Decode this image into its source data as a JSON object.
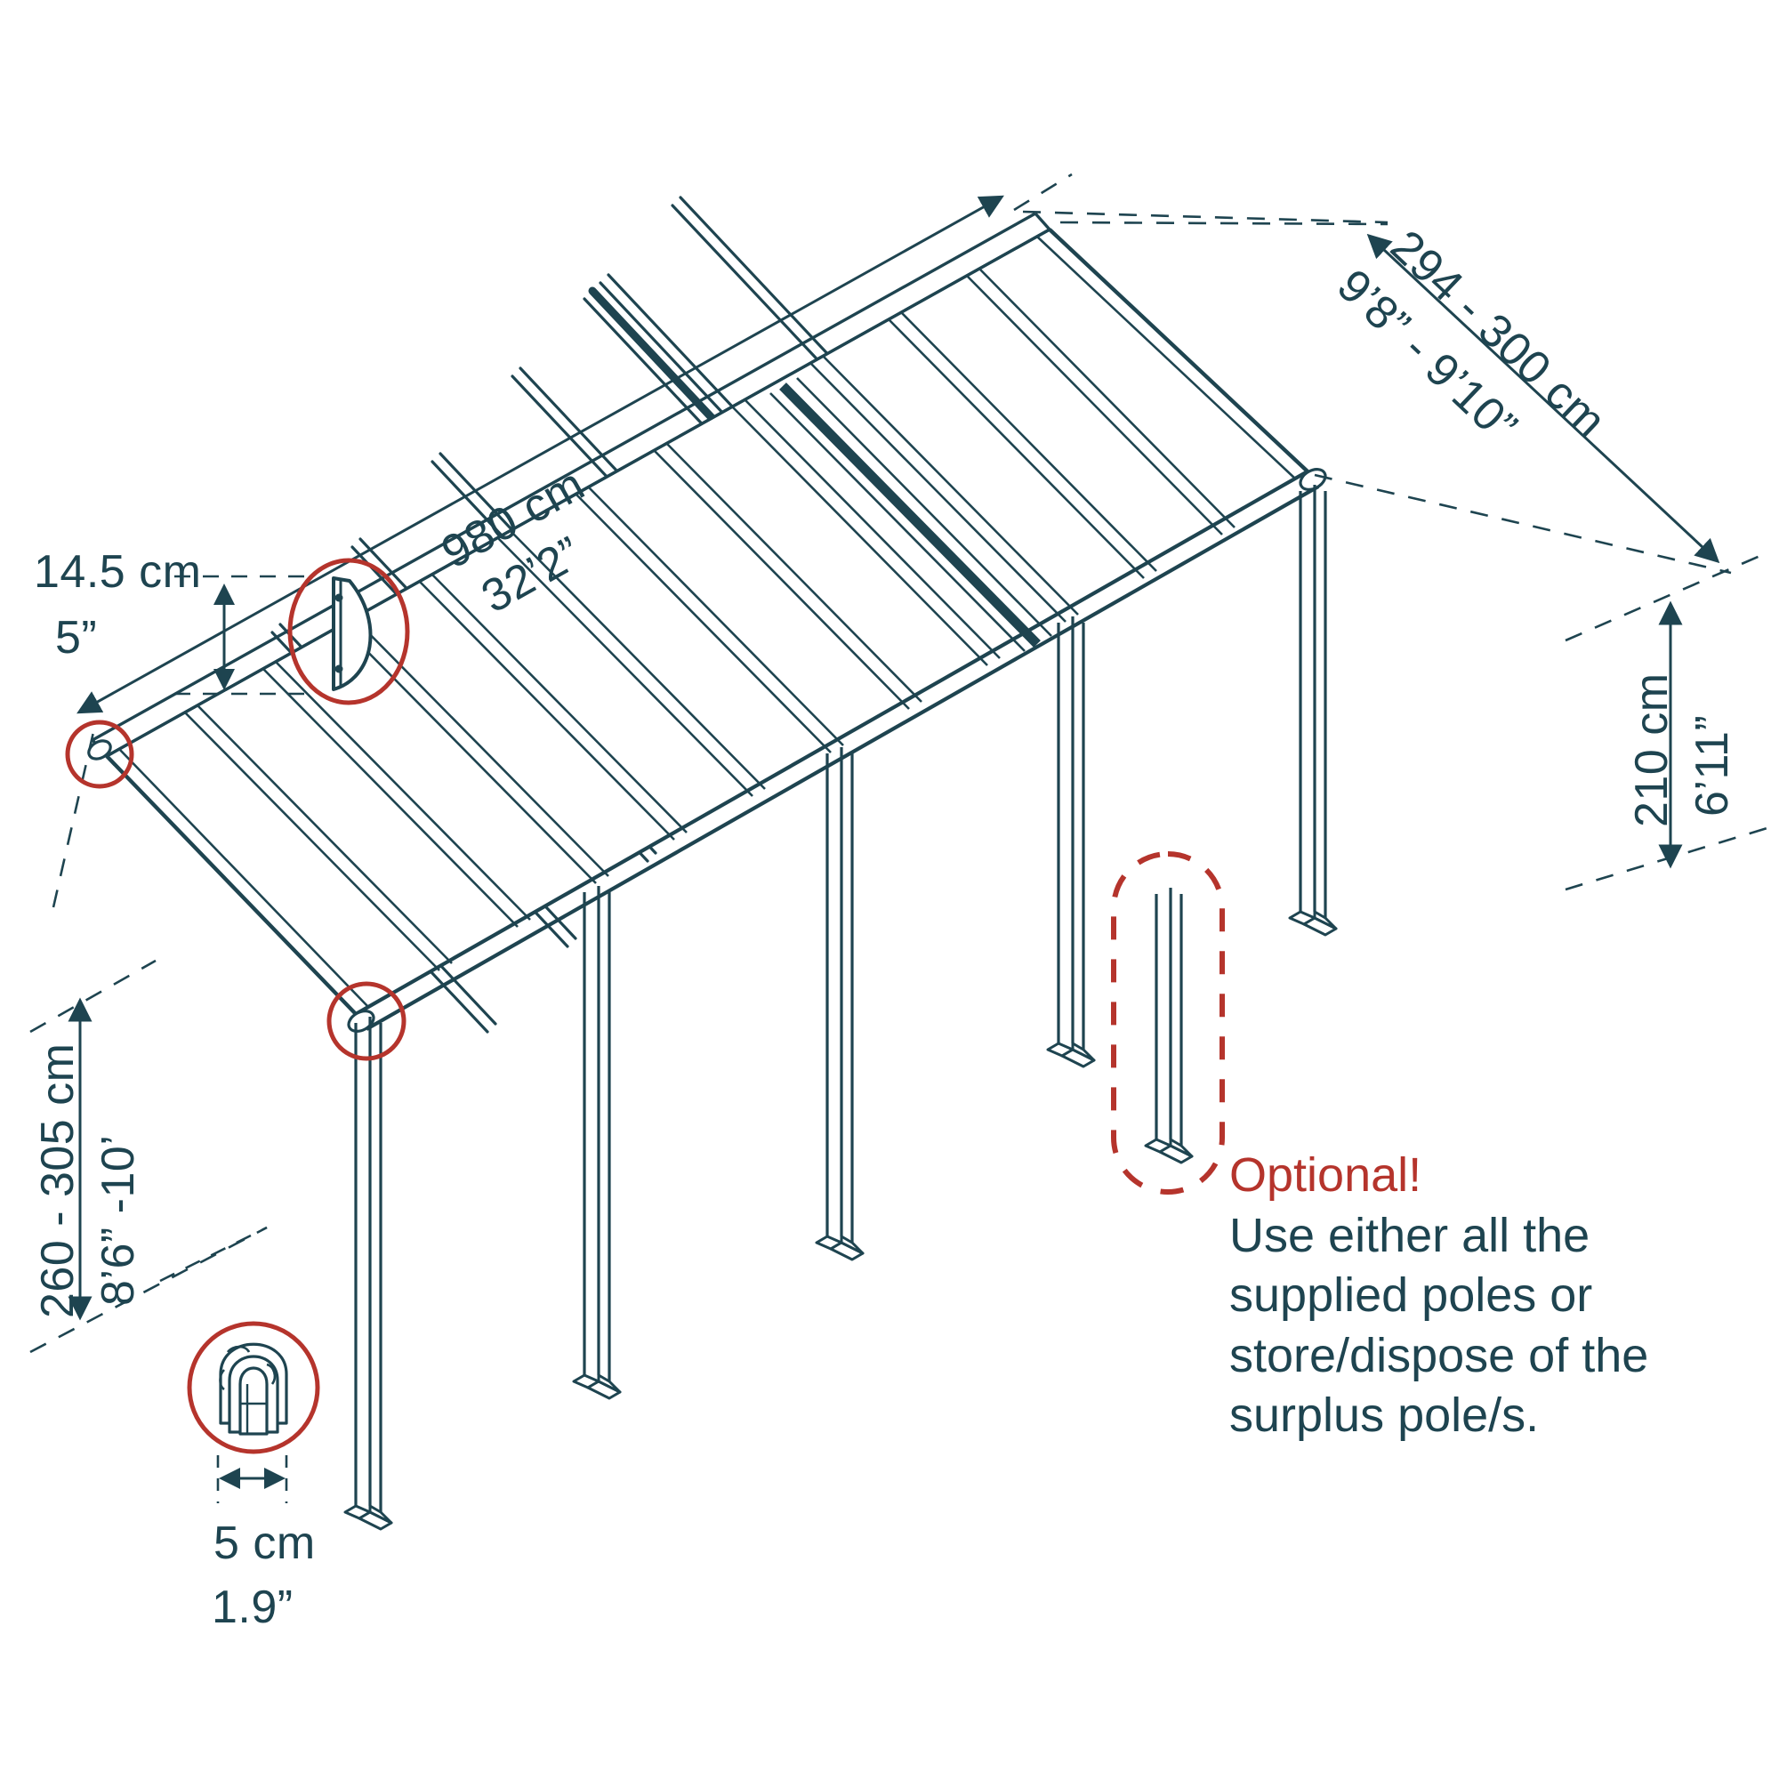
{
  "diagram": {
    "title": "Patio cover / carport assembly dimensions",
    "colors": {
      "line": "#1e4450",
      "accent_red": "#b5342c",
      "background": "#ffffff"
    },
    "dimensions": {
      "profile_height": {
        "metric": "14.5 cm",
        "imperial": "5”"
      },
      "length": {
        "metric": "980 cm",
        "imperial": "32’2”"
      },
      "depth": {
        "metric": "294 - 300 cm",
        "imperial": "9’8” - 9’10”"
      },
      "front_height": {
        "metric": "210 cm",
        "imperial": "6’11”"
      },
      "wall_height": {
        "metric": "260 - 305 cm",
        "imperial": "8’6” -10’"
      },
      "post_width": {
        "metric": "5 cm",
        "imperial": "1.9”"
      }
    },
    "callouts": [
      {
        "name": "beam-profile-detail",
        "label_metric": "14.5 cm",
        "label_imperial": "5”"
      },
      {
        "name": "post-profile-detail",
        "label_metric": "5 cm",
        "label_imperial": "1.9”"
      },
      {
        "name": "post-beam-junction-detail",
        "label_metric": "",
        "label_imperial": ""
      }
    ],
    "note": {
      "heading": "Optional!",
      "lines": [
        "Use either all the",
        "supplied poles or",
        "store/dispose of the",
        "surplus pole/s."
      ]
    }
  }
}
